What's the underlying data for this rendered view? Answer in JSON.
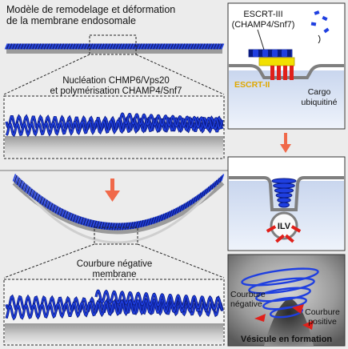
{
  "title_line1": "Modèle de remodelage et déformation",
  "title_line2": "de la membrane endosomale",
  "nucleation_line1": "Nucléation CHMP6/Vps20",
  "nucleation_line2": "et  polymérisation CHAMP4/Snf7",
  "curvature_line1": "Courbure négative",
  "curvature_line2": "membrane",
  "escrt3_line1": "ESCRT-III",
  "escrt3_line2": "(CHAMP4/Snf7)",
  "escrt2_label": "ESCRT-II",
  "cargo_line1": "Cargo",
  "cargo_line2": "ubiquitiné",
  "ilv_label": "ILV",
  "neg_curv_line1": "Courbure",
  "neg_curv_line2": "négative",
  "pos_curv_line1": "Courbure",
  "pos_curv_line2": "positive",
  "vesicle_label": "Vésicule en formation",
  "colors": {
    "escrt_blue": "#1f3fe0",
    "escrt_dark": "#0a1a80",
    "arrow_red": "#f0694a",
    "escrt2_yellow": "#f2e000",
    "cargo_red": "#e0201a",
    "membrane_gray": "#8a8a8a",
    "lumen_blue": "#dde6f4"
  }
}
